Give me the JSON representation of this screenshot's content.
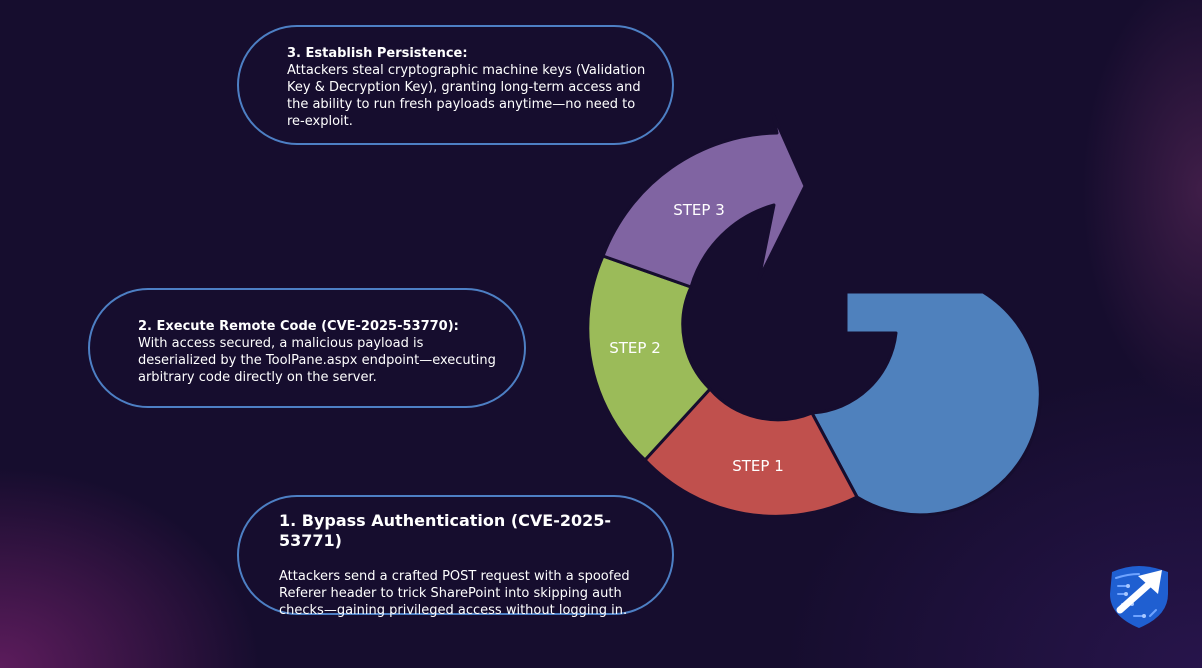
{
  "callouts": {
    "step3": {
      "title": "3. Establish Persistence:",
      "body": "Attackers steal cryptographic machine keys (Validation Key & Decryption Key), granting long-term access and the ability to run fresh payloads anytime—no need to re-exploit."
    },
    "step2": {
      "title": "2. Execute Remote Code (CVE-2025-53770):",
      "body": "With access secured, a malicious payload is deserialized by the ToolPane.aspx endpoint—executing arbitrary code directly on the server."
    },
    "step1": {
      "title": "1. Bypass Authentication (CVE-2025-53771)",
      "body": "Attackers send a crafted POST request with a spoofed Referer header to trick SharePoint into skipping auth checks—gaining privileged access without logging in."
    }
  },
  "cycle": {
    "labels": {
      "step1": "STEP 1",
      "step2": "STEP 2",
      "step3": "STEP 3"
    },
    "colors": {
      "step1": "#c0504d",
      "step2": "#9bbb59",
      "step3": "#8064a2",
      "loop": "#4f81bd",
      "gap": "#160d2e"
    }
  },
  "logo": {
    "icon": "shield-arrow-logo",
    "colors": {
      "shield": "#1f5fd1",
      "arrow": "#ffffff"
    }
  }
}
